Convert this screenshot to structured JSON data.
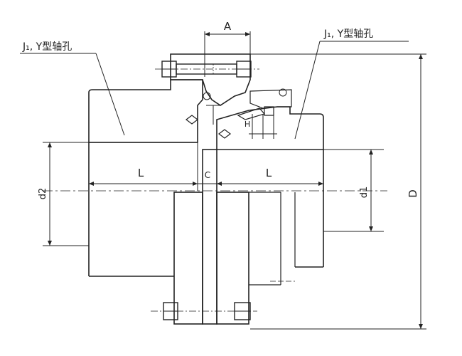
{
  "labels": {
    "bore_left": "J₁, Y型轴孔",
    "bore_right": "J₁, Y型轴孔",
    "dim_a": "A",
    "dim_l_left": "L",
    "dim_c": "C",
    "dim_l_right": "L",
    "dim_h": "H",
    "dim_d2": "d2",
    "dim_d1": "d1",
    "dim_d": "D"
  },
  "colors": {
    "line": "#222222",
    "background": "#ffffff"
  }
}
